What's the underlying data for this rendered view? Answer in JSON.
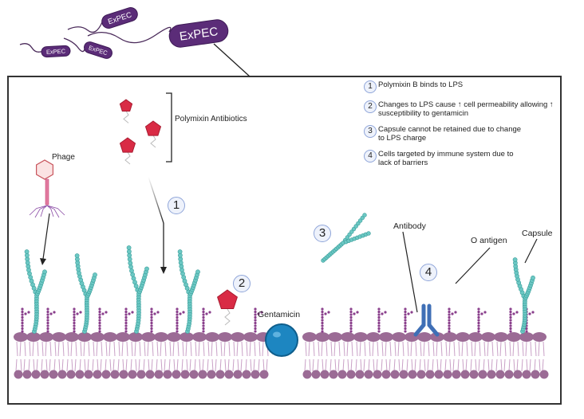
{
  "title": "ExPEC membrane disruption by polymixin antibiotics",
  "bacteria": {
    "label": "ExPEC",
    "color": "#5b2c78",
    "count": 4
  },
  "labels": {
    "phage": "Phage",
    "polymixin_antibiotics": "Polymixin Antibiotics",
    "gentamicin": "Gentamicin",
    "antibody": "Antibody",
    "o_antigen": "O antigen",
    "capsule": "Capsule"
  },
  "steps": {
    "one": "1",
    "two": "2",
    "three": "3",
    "four": "4"
  },
  "legend": [
    {
      "num": "1",
      "text": "Polymixin B binds to LPS"
    },
    {
      "num": "2",
      "text": "Changes to LPS cause ↑ cell permeability allowing ↑ susceptibility to gentamicin"
    },
    {
      "num": "3",
      "text": "Capsule cannot be retained due to change to LPS charge"
    },
    {
      "num": "4",
      "text": "Cells targeted by immune system due to lack of barriers"
    }
  ],
  "colors": {
    "membrane": "#9b6b95",
    "lipid_tail": "#c9a0c6",
    "o_antigen": "#8a3f8c",
    "capsule": "#6cc8c4",
    "polymixin": "#d92b45",
    "gentamicin": "#1d86c1",
    "antibody": "#3f6fb6",
    "phage_head": "#fbe3e3",
    "phage_head_stroke": "#c8545c",
    "frame": "#333333"
  }
}
